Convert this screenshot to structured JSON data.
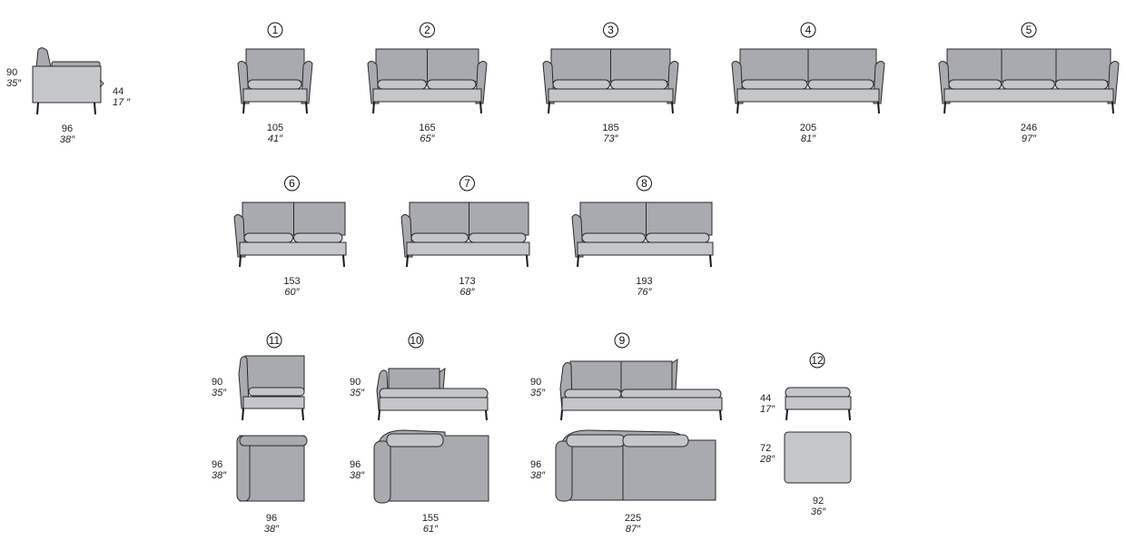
{
  "profile": {
    "height_cm": "90",
    "height_in": "35″",
    "seat_cm": "44",
    "seat_in": "17 ″",
    "depth_cm": "96",
    "depth_in": "38″"
  },
  "sofas": [
    {
      "number": "1",
      "width_cm": "105",
      "width_in": "41″"
    },
    {
      "number": "2",
      "width_cm": "165",
      "width_in": "65″"
    },
    {
      "number": "3",
      "width_cm": "185",
      "width_in": "73″"
    },
    {
      "number": "4",
      "width_cm": "205",
      "width_in": "81″"
    },
    {
      "number": "5",
      "width_cm": "246",
      "width_in": "97″"
    },
    {
      "number": "6",
      "width_cm": "153",
      "width_in": "60″"
    },
    {
      "number": "7",
      "width_cm": "173",
      "width_in": "68″"
    },
    {
      "number": "8",
      "width_cm": "193",
      "width_in": "76″"
    }
  ],
  "modules": [
    {
      "number": "11",
      "height_cm": "90",
      "height_in": "35″",
      "depth_cm": "96",
      "depth_in": "38″",
      "width_cm": "96",
      "width_in": "38″"
    },
    {
      "number": "10",
      "height_cm": "90",
      "height_in": "35″",
      "depth_cm": "96",
      "depth_in": "38″",
      "width_cm": "155",
      "width_in": "61″"
    },
    {
      "number": "9",
      "height_cm": "90",
      "height_in": "35″",
      "depth_cm": "96",
      "depth_in": "38″",
      "width_cm": "225",
      "width_in": "87″"
    }
  ],
  "ottoman": {
    "number": "12",
    "seat_cm": "44",
    "seat_in": "17″",
    "depth_cm": "72",
    "depth_in": "28″",
    "width_cm": "92",
    "width_in": "36″"
  },
  "colors": {
    "fabric": "#a8aaaf",
    "seat": "#c4c6ca",
    "stroke": "#2a2a2a",
    "leg": "#1a1a1a"
  }
}
